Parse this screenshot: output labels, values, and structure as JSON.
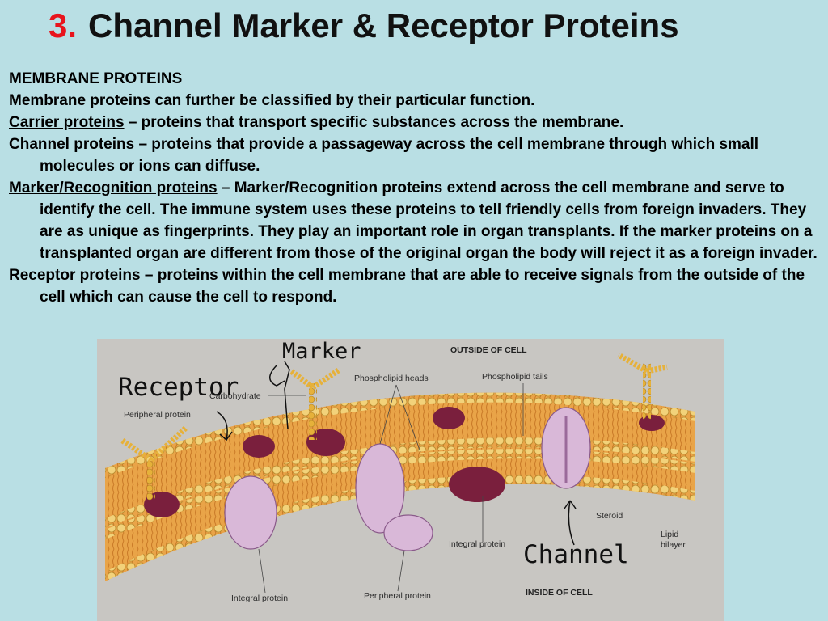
{
  "slide": {
    "number": "3.",
    "title": "Channel Marker & Receptor Proteins"
  },
  "content": {
    "heading": "MEMBRANE PROTEINS",
    "intro": "Membrane proteins can further be classified by their particular function.",
    "definitions": [
      {
        "term": "Carrier proteins",
        "text": " – proteins that transport specific substances across the membrane."
      },
      {
        "term": "Channel proteins",
        "text": " – proteins that provide a passageway across the cell membrane through which small molecules or ions can diffuse."
      },
      {
        "term": "Marker/Recognition proteins",
        "text": " – Marker/Recognition proteins extend across the cell membrane and serve to identify the cell. The immune system uses these proteins to tell friendly cells from foreign invaders. They are as unique as fingerprints. They play an important role in organ transplants. If the marker proteins on a transplanted organ are different from those of the original organ the body will reject it as a foreign invader."
      },
      {
        "term": "Receptor proteins",
        "text": " – proteins within the cell membrane that are able to receive signals from the outside of the cell which can cause the cell to respond."
      }
    ]
  },
  "figure": {
    "labels": {
      "outside": "OUTSIDE OF CELL",
      "inside": "INSIDE OF CELL",
      "phospholipid_heads": "Phospholipid heads",
      "phospholipid_tails": "Phospholipid tails",
      "carbohydrate": "Carbohydrate",
      "peripheral_protein_top": "Peripheral protein",
      "steroid": "Steroid",
      "integral_protein_mid": "Integral protein",
      "integral_protein_bottom": "Integral protein",
      "peripheral_protein_bottom": "Peripheral protein",
      "lipid_bilayer_1": "Lipid",
      "lipid_bilayer_2": "bilayer"
    },
    "handwritten": {
      "marker": "Marker",
      "receptor": "Receptor",
      "channel": "Channel"
    },
    "colors": {
      "background": "#b9dfe4",
      "title_number": "#e8141c",
      "membrane": "#e8a23a",
      "lipid_head": "#f2d27a",
      "protein_purple": "#7a1f3d",
      "protein_lavender": "#d9b8d8",
      "carbohydrate": "#e6b13a"
    }
  }
}
